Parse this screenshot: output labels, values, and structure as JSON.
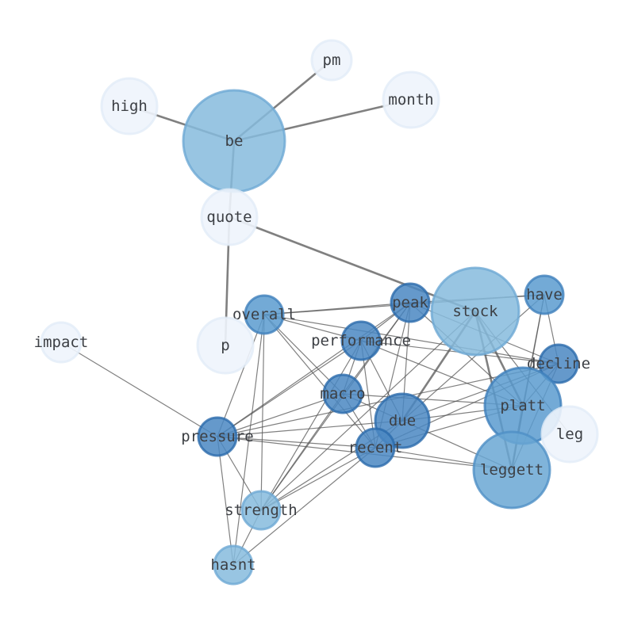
{
  "graph": {
    "nodes": [
      {
        "id": "be",
        "label": "be",
        "tone": 2
      },
      {
        "id": "pm",
        "label": "pm",
        "tone": 0
      },
      {
        "id": "high",
        "label": "high",
        "tone": 0
      },
      {
        "id": "month",
        "label": "month",
        "tone": 0
      },
      {
        "id": "quote",
        "label": "quote",
        "tone": 0
      },
      {
        "id": "stock",
        "label": "stock",
        "tone": 2
      },
      {
        "id": "have",
        "label": "have",
        "tone": 4
      },
      {
        "id": "peak",
        "label": "peak",
        "tone": 5
      },
      {
        "id": "overall",
        "label": "overall",
        "tone": 4
      },
      {
        "id": "p",
        "label": "p",
        "tone": 0
      },
      {
        "id": "impact",
        "label": "impact",
        "tone": 0
      },
      {
        "id": "performance",
        "label": "performance",
        "tone": 5
      },
      {
        "id": "decline",
        "label": "decline",
        "tone": 5
      },
      {
        "id": "macro",
        "label": "macro",
        "tone": 5
      },
      {
        "id": "platt",
        "label": "platt",
        "tone": 4
      },
      {
        "id": "due",
        "label": "due",
        "tone": 5
      },
      {
        "id": "leg",
        "label": "leg",
        "tone": 0
      },
      {
        "id": "pressure",
        "label": "pressure",
        "tone": 5
      },
      {
        "id": "recent",
        "label": "recent",
        "tone": 5
      },
      {
        "id": "leggett",
        "label": "leggett",
        "tone": 3
      },
      {
        "id": "strength",
        "label": "strength",
        "tone": 2
      },
      {
        "id": "hasnt",
        "label": "hasnt",
        "tone": 2
      }
    ],
    "edges": [
      [
        "be",
        "pm",
        2
      ],
      [
        "be",
        "high",
        2
      ],
      [
        "be",
        "month",
        2
      ],
      [
        "be",
        "quote",
        2
      ],
      [
        "quote",
        "stock",
        2
      ],
      [
        "quote",
        "p",
        2
      ],
      [
        "stock",
        "due",
        2
      ],
      [
        "stock",
        "platt",
        2
      ],
      [
        "stock",
        "leggett",
        2
      ],
      [
        "platt",
        "leggett",
        2
      ],
      [
        "leg",
        "stock",
        1
      ],
      [
        "impact",
        "pressure",
        1
      ],
      [
        "peak",
        "overall",
        1
      ],
      [
        "peak",
        "have",
        1
      ],
      [
        "peak",
        "performance",
        1
      ],
      [
        "peak",
        "macro",
        1
      ],
      [
        "peak",
        "due",
        1
      ],
      [
        "peak",
        "recent",
        1
      ],
      [
        "peak",
        "pressure",
        1
      ],
      [
        "peak",
        "strength",
        1
      ],
      [
        "peak",
        "platt",
        1
      ],
      [
        "peak",
        "decline",
        1
      ],
      [
        "have",
        "overall",
        1
      ],
      [
        "have",
        "platt",
        1
      ],
      [
        "have",
        "leggett",
        1
      ],
      [
        "have",
        "decline",
        1
      ],
      [
        "have",
        "due",
        1
      ],
      [
        "overall",
        "performance",
        1
      ],
      [
        "overall",
        "macro",
        1
      ],
      [
        "overall",
        "pressure",
        1
      ],
      [
        "overall",
        "strength",
        1
      ],
      [
        "overall",
        "hasnt",
        1
      ],
      [
        "overall",
        "decline",
        1
      ],
      [
        "overall",
        "recent",
        1
      ],
      [
        "performance",
        "decline",
        1
      ],
      [
        "performance",
        "macro",
        1
      ],
      [
        "performance",
        "due",
        1
      ],
      [
        "performance",
        "recent",
        1
      ],
      [
        "performance",
        "pressure",
        1
      ],
      [
        "performance",
        "strength",
        1
      ],
      [
        "performance",
        "platt",
        1
      ],
      [
        "decline",
        "platt",
        1
      ],
      [
        "decline",
        "leggett",
        1
      ],
      [
        "decline",
        "pressure",
        1
      ],
      [
        "decline",
        "recent",
        1
      ],
      [
        "decline",
        "due",
        1
      ],
      [
        "macro",
        "pressure",
        1
      ],
      [
        "macro",
        "recent",
        1
      ],
      [
        "macro",
        "due",
        1
      ],
      [
        "macro",
        "strength",
        1
      ],
      [
        "macro",
        "platt",
        1
      ],
      [
        "due",
        "pressure",
        1
      ],
      [
        "due",
        "platt",
        1
      ],
      [
        "due",
        "leggett",
        1
      ],
      [
        "due",
        "recent",
        1
      ],
      [
        "due",
        "strength",
        1
      ],
      [
        "pressure",
        "recent",
        1
      ],
      [
        "pressure",
        "strength",
        1
      ],
      [
        "pressure",
        "hasnt",
        1
      ],
      [
        "pressure",
        "leggett",
        1
      ],
      [
        "recent",
        "leggett",
        1
      ],
      [
        "recent",
        "strength",
        1
      ],
      [
        "recent",
        "hasnt",
        1
      ],
      [
        "recent",
        "platt",
        1
      ],
      [
        "strength",
        "hasnt",
        1
      ],
      [
        "strength",
        "stock",
        1
      ]
    ]
  },
  "colors": {
    "edge": "#555555",
    "tone": [
      "#eef4fc",
      "#c6dbef",
      "#86bbdd",
      "#6aa7d3",
      "#5b9bcf",
      "#4a87c2"
    ],
    "stroke": [
      "#e2ecf8",
      "#a7c8e4",
      "#6ea9d4",
      "#4f90c6",
      "#3f7fbb",
      "#2b6aab"
    ]
  }
}
